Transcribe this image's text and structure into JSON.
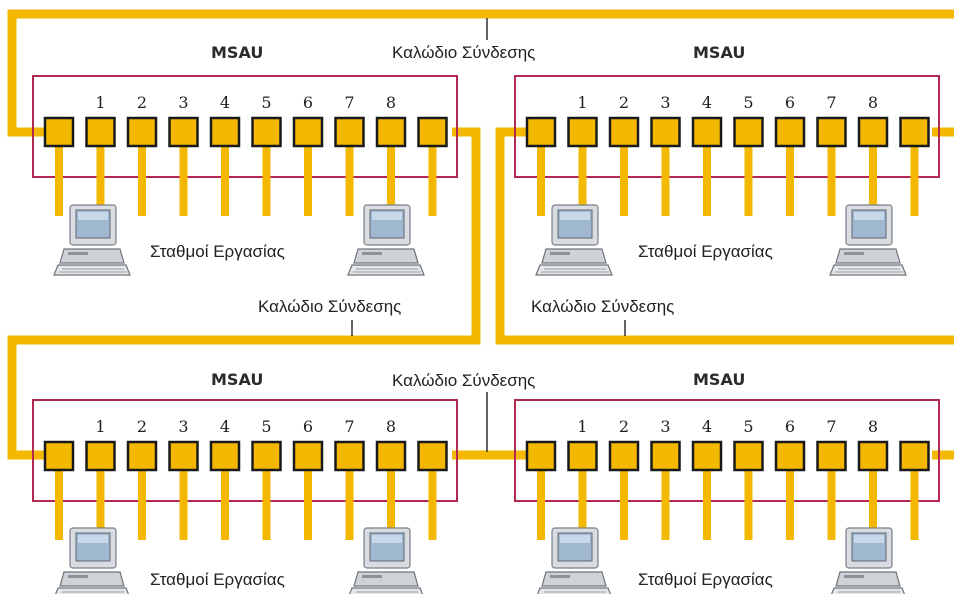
{
  "colors": {
    "cable": "#f5b800",
    "frame": "#b3284f",
    "port_border": "#1a1a1a"
  },
  "cable_label": "Καλώδιο Σύνδεσης",
  "units": [
    {
      "title": "MSAU",
      "workstations_label": "Σταθμοί Εργασίας",
      "port_numbers": [
        "1",
        "2",
        "3",
        "4",
        "5",
        "6",
        "7",
        "8"
      ]
    },
    {
      "title": "MSAU",
      "workstations_label": "Σταθμοί Εργασίας",
      "port_numbers": [
        "1",
        "2",
        "3",
        "4",
        "5",
        "6",
        "7",
        "8"
      ]
    },
    {
      "title": "MSAU",
      "workstations_label": "Σταθμοί Εργασίας",
      "port_numbers": [
        "1",
        "2",
        "3",
        "4",
        "5",
        "6",
        "7",
        "8"
      ]
    },
    {
      "title": "MSAU",
      "workstations_label": "Σταθμοί Εργασίας",
      "port_numbers": [
        "1",
        "2",
        "3",
        "4",
        "5",
        "6",
        "7",
        "8"
      ]
    }
  ],
  "icons": {
    "workstation": "computer-icon"
  }
}
